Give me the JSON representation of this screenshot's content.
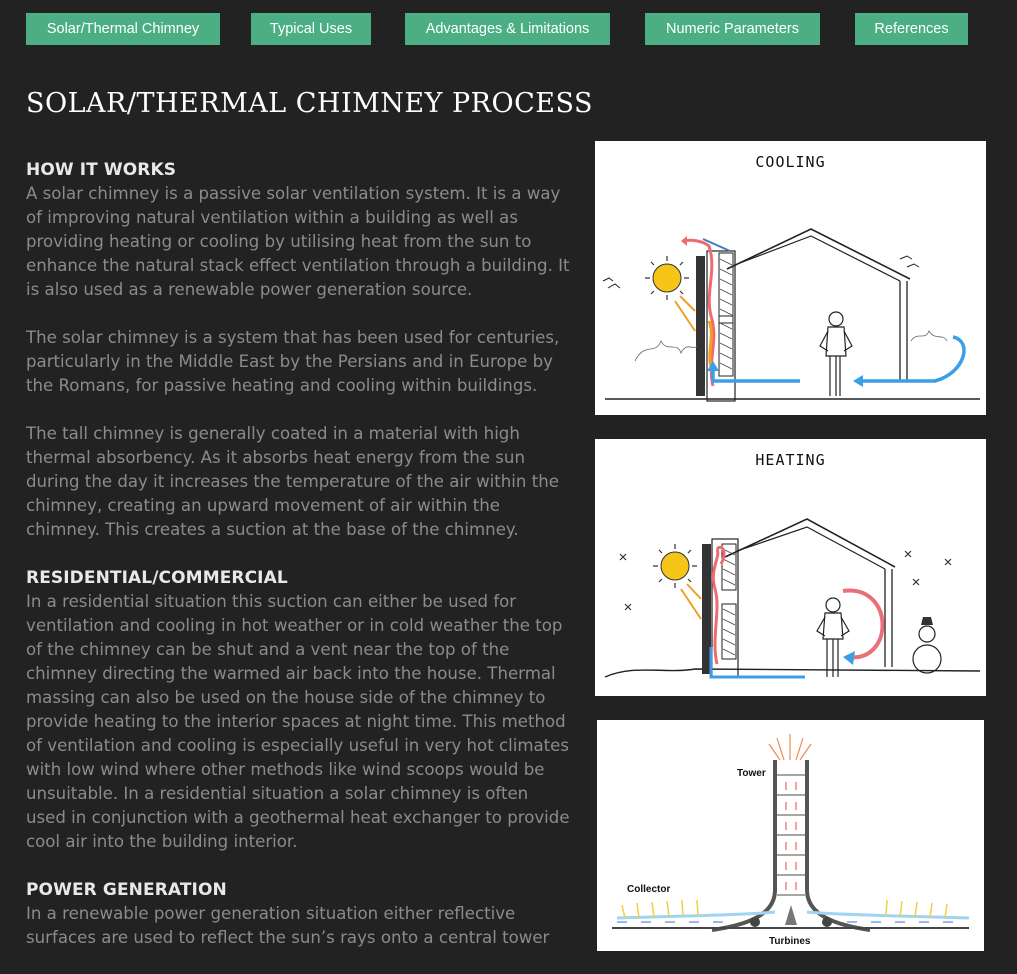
{
  "nav": {
    "items": [
      {
        "label": "Solar/Thermal Chimney"
      },
      {
        "label": "Typical Uses"
      },
      {
        "label": "Advantages & Limitations"
      },
      {
        "label": "Numeric Parameters"
      },
      {
        "label": "References"
      }
    ]
  },
  "page": {
    "title": "SOLAR/THERMAL CHIMNEY PROCESS"
  },
  "sections": {
    "how": {
      "heading": "HOW IT WORKS",
      "p1": "A solar chimney is a passive solar ventilation system. It is a way of improving natural ventilation within a building as well as providing heating or cooling by utilising heat from the sun to enhance the natural stack effect ventilation through a building. It is also used as a renewable power generation source.",
      "p2": "The solar chimney is a system that has been used for centuries, particularly in the Middle East by the Persians and in Europe by the Romans, for passive heating and cooling within buildings.",
      "p3": "The tall chimney is generally coated in a material with high thermal absorbency. As it absorbs heat energy from the sun during the day it increases the temperature of the air within the chimney, creating an upward movement of air within the chimney. This creates a suction at the base of the chimney."
    },
    "residential": {
      "heading": "RESIDENTIAL/COMMERCIAL",
      "p1": "In a residential situation this suction can either be used for ventilation and cooling in hot weather or in cold weather the top of the chimney can be shut and a vent near the top of the chimney directing the warmed air back into the house. Thermal massing can also be used on the house side of the chimney to provide heating to the interior spaces at night time. This method of ventilation and cooling is especially useful in very hot climates with low wind where other methods like wind scoops would be unsuitable. In a residential situation a solar chimney is often used in conjunction with a geothermal heat exchanger to provide cool air into the building interior."
    },
    "power": {
      "heading": "POWER GENERATION",
      "p1": "In a renewable power generation situation either reflective surfaces are used to reflect the sun’s rays onto a central tower"
    }
  },
  "figures": {
    "cooling": {
      "label": "COOLING"
    },
    "heating": {
      "label": "HEATING"
    },
    "tower": {
      "tower_label": "Tower",
      "collector_label": "Collector",
      "turbines_label": "Turbines"
    }
  },
  "colors": {
    "nav_bg": "#4caf83",
    "page_bg": "#222222",
    "hot_air": "#f06b6b",
    "cool_air": "#3a9fe6",
    "sun": "#f5c518"
  }
}
